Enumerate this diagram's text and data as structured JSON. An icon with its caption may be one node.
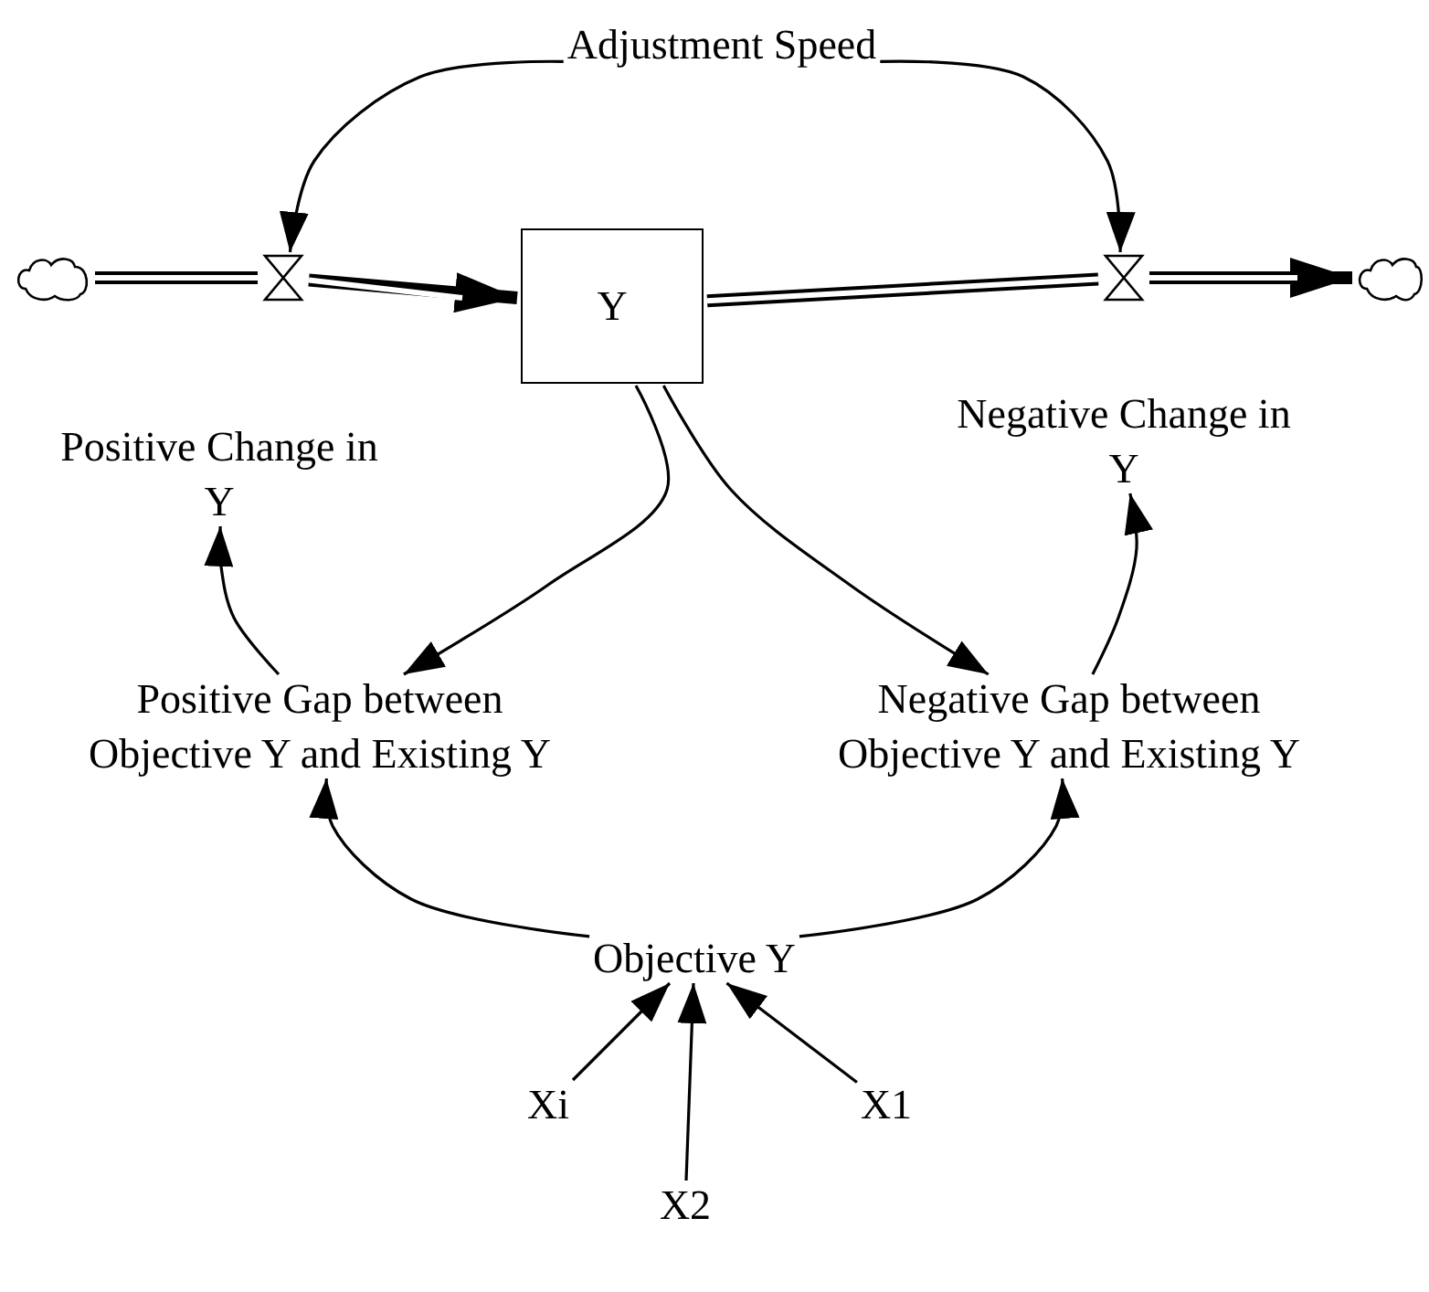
{
  "diagram": {
    "nodes": [
      {
        "text": [],
        "shape": "cloud"
      },
      {
        "text": [],
        "shape": "valve",
        "beside": [
          "Positive Change in Y"
        ]
      },
      {
        "text": [
          "Y"
        ]
      },
      {
        "text": [],
        "shape": "valve",
        "beside": [
          "Negative Change in Y"
        ]
      },
      {
        "text": [],
        "shape": "cloud"
      },
      {
        "text": [
          "Adjustment Speed"
        ]
      },
      {
        "text": [
          "Positive Gap between Objective Y and Existing Y"
        ]
      },
      {
        "text": [
          "Negative Gap between Objective Y and Existing Y"
        ]
      },
      {
        "text": [
          "Objective Y"
        ]
      },
      {
        "text": [
          "Xi"
        ]
      },
      {
        "text": [
          "X2"
        ]
      },
      {
        "text": [
          "X1"
        ]
      }
    ],
    "edges": [
      {
        "from": 0,
        "to": 1,
        "arrow": "none",
        "style": "thick"
      },
      {
        "from": 1,
        "to": 2,
        "arrow": "to",
        "style": "thick"
      },
      {
        "from": 2,
        "to": 3,
        "arrow": "none",
        "style": "thick"
      },
      {
        "from": 3,
        "to": 4,
        "arrow": "to",
        "style": "thick"
      },
      {
        "from": 5,
        "to": 1,
        "arrow": "to"
      },
      {
        "from": 5,
        "to": 3,
        "arrow": "to"
      },
      {
        "from": 2,
        "to": 6,
        "arrow": "to"
      },
      {
        "from": 2,
        "to": 7,
        "arrow": "to"
      },
      {
        "from": 6,
        "to": 1,
        "arrow": "to"
      },
      {
        "from": 7,
        "to": 3,
        "arrow": "to"
      },
      {
        "from": 8,
        "to": 6,
        "arrow": "to"
      },
      {
        "from": 8,
        "to": 7,
        "arrow": "to"
      },
      {
        "from": 9,
        "to": 8,
        "arrow": "to"
      },
      {
        "from": 10,
        "to": 8,
        "arrow": "to"
      },
      {
        "from": 11,
        "to": 8,
        "arrow": "to"
      }
    ]
  }
}
